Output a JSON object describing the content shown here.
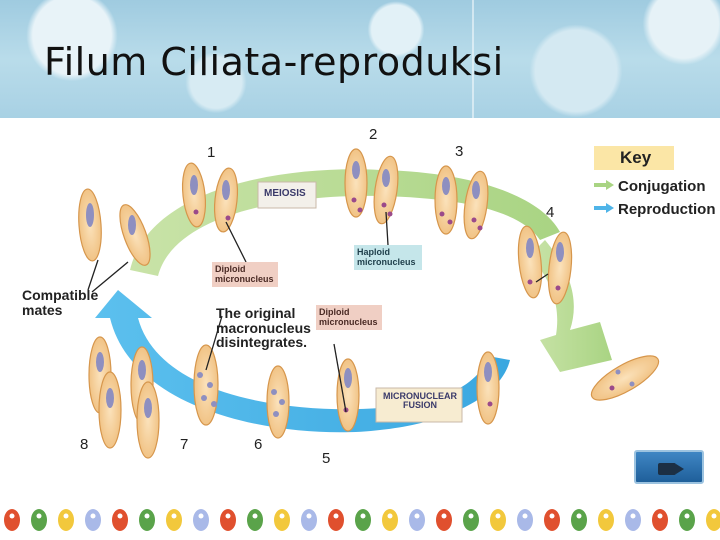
{
  "slide": {
    "title": "Filum Ciliata-reproduksi"
  },
  "steps": [
    "1",
    "2",
    "3",
    "4",
    "5",
    "6",
    "7",
    "8"
  ],
  "labels": {
    "meiosis": "MEIOSIS",
    "diploid_micronucleus_1": "Diploid micronucleus",
    "haploid_micronucleus": "Haploid micronucleus",
    "compatible_mates": "Compatible mates",
    "original_macronucleus": "The original macronucleus disintegrates.",
    "diploid_micronucleus_2": "Diploid micronucleus",
    "micronuclear_fusion": "MICRONUCLEAR FUSION"
  },
  "key": {
    "title": "Key",
    "conjugation": "Conjugation",
    "reproduction": "Reproduction"
  },
  "colors": {
    "conjugation_arrow": "#a9d483",
    "reproduction_arrow": "#4fb4e8",
    "cell_fill": "#f3c98e",
    "cell_border": "#d6964c",
    "label_box": "#f0cfc4",
    "haploid_box": "#c5e6ea",
    "key_box": "#fbe6a6",
    "button": "#2f72b0"
  },
  "icons": {
    "video_button": "video-camera-icon"
  }
}
